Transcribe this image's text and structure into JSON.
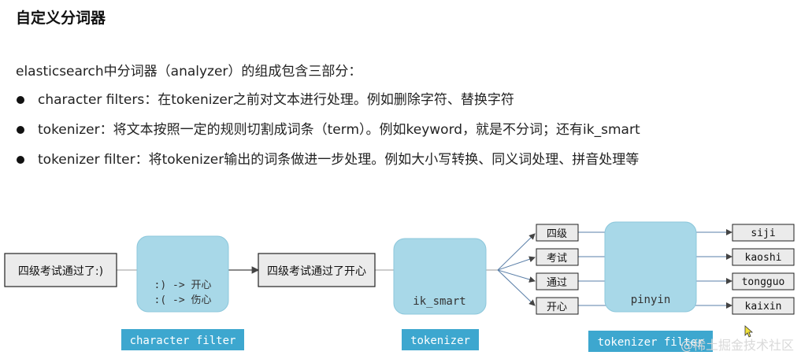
{
  "title": "自定义分词器",
  "intro": "elasticsearch中分词器（analyzer）的组成包含三部分：",
  "bullets": [
    "character filters：在tokenizer之前对文本进行处理。例如删除字符、替换字符",
    "tokenizer：将文本按照一定的规则切割成词条（term）。例如keyword，就是不分词；还有ik_smart",
    "tokenizer filter：将tokenizer输出的词条做进一步处理。例如大小写转换、同义词处理、拼音处理等"
  ],
  "diagram": {
    "input_text": "四级考试通过了:)",
    "char_filter_rule_1": ":) -> 开心",
    "char_filter_rule_2": ":( -> 伤心",
    "filtered_text": "四级考试通过了开心",
    "tokenizer_name": "ik_smart",
    "token_filter_name": "pinyin",
    "tokens": [
      "四级",
      "考试",
      "通过",
      "开心"
    ],
    "outputs": [
      "siji",
      "kaoshi",
      "tongguo",
      "kaixin"
    ],
    "label_character_filter": "character filter",
    "label_tokenizer": "tokenizer",
    "label_tokenizer_filter": "tokenizer filter"
  },
  "watermark": "@稀土掘金技术社区",
  "colors": {
    "stage_fill": "#a8d8e8",
    "label_fill": "#3da7cf",
    "box_fill": "#ebebeb"
  }
}
